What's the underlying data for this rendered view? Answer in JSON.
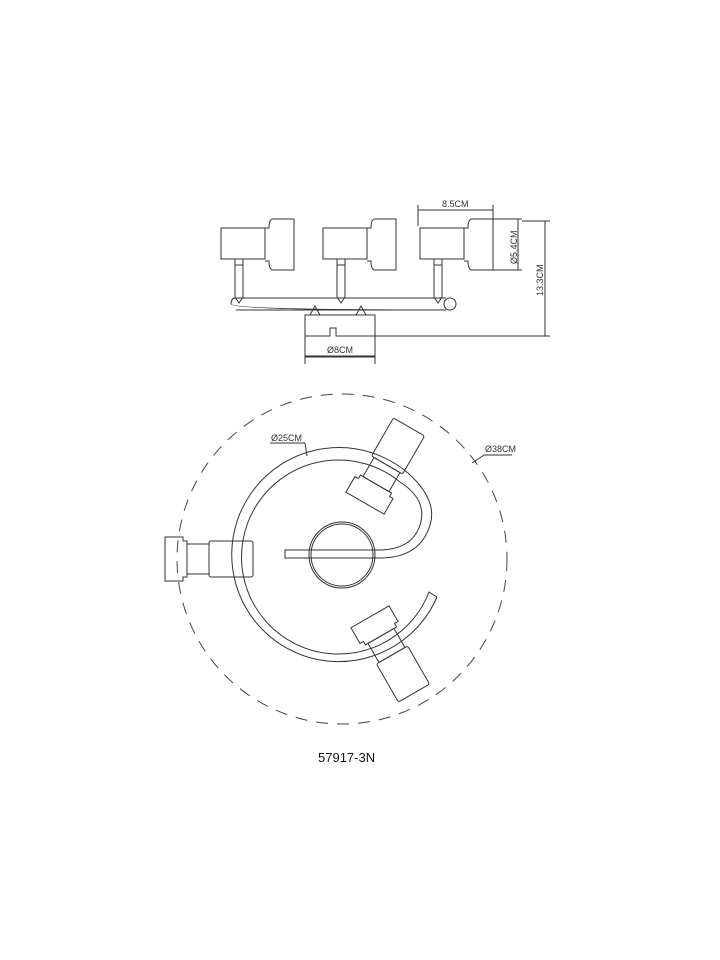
{
  "side_view": {
    "head_width_label": "8.5CM",
    "head_diameter_label": "Ø5.4CM",
    "total_height_label": "13.3CM",
    "base_diameter_label": "Ø8CM"
  },
  "top_view": {
    "arm_diameter_label": "Ø25CM",
    "overall_diameter_label": "Ø38CM"
  },
  "model_number": "57917-3N"
}
